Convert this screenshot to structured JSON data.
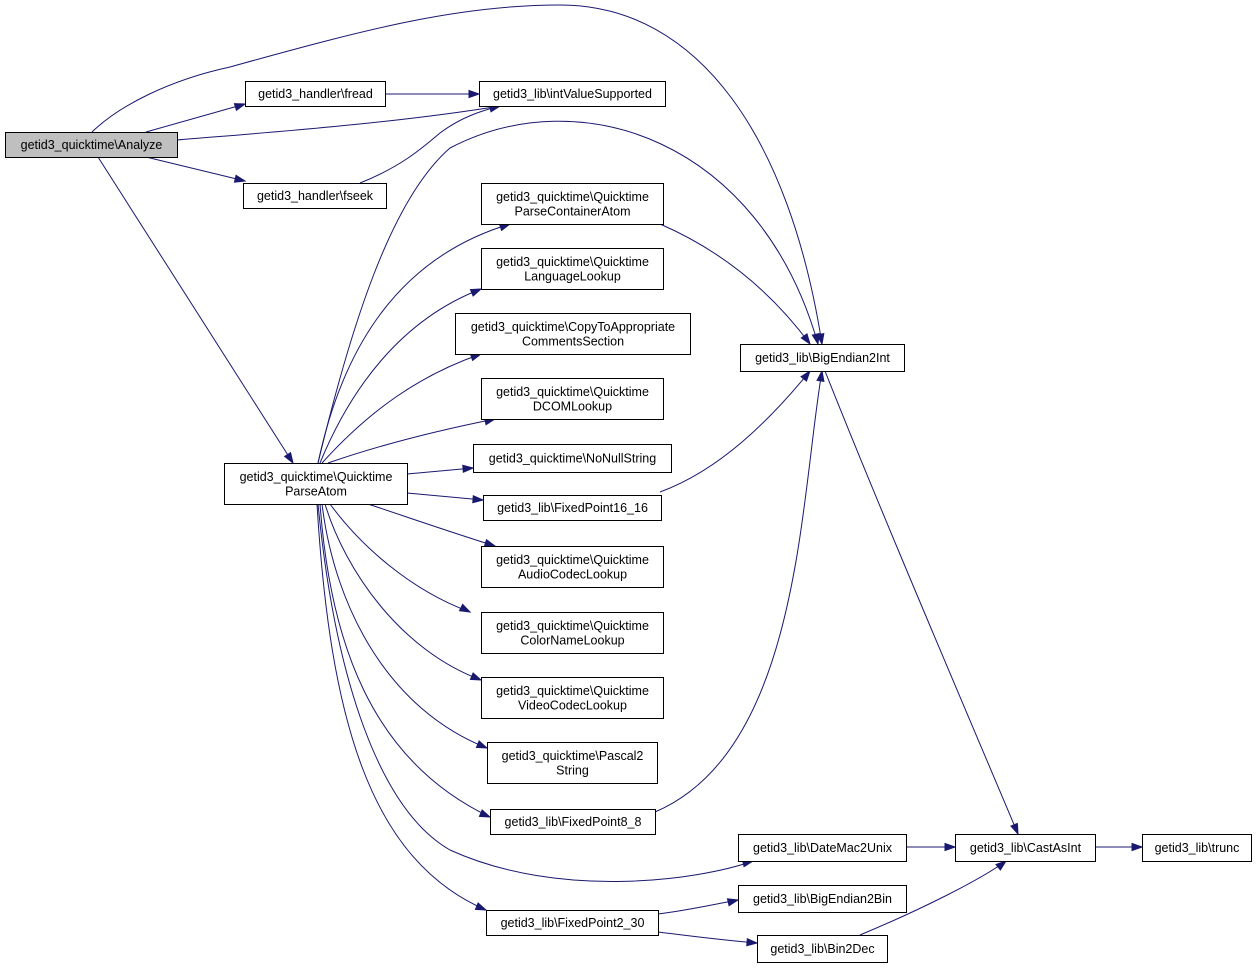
{
  "colors": {
    "edge": "#191970",
    "root_fill": "#bfbfbf",
    "node_fill": "#ffffff",
    "border": "#000000"
  },
  "nodes": {
    "analyze": [
      "getid3_quicktime\\Analyze"
    ],
    "fread": [
      "getid3_handler\\fread"
    ],
    "intvalue": [
      "getid3_lib\\intValueSupported"
    ],
    "fseek": [
      "getid3_handler\\fseek"
    ],
    "parseatom": [
      "getid3_quicktime\\Quicktime",
      "ParseAtom"
    ],
    "parsecontainer": [
      "getid3_quicktime\\Quicktime",
      "ParseContainerAtom"
    ],
    "langlookup": [
      "getid3_quicktime\\Quicktime",
      "LanguageLookup"
    ],
    "copycomments": [
      "getid3_quicktime\\CopyToAppropriate",
      "CommentsSection"
    ],
    "dcomlookup": [
      "getid3_quicktime\\Quicktime",
      "DCOMLookup"
    ],
    "nonull": [
      "getid3_quicktime\\NoNullString"
    ],
    "fp1616": [
      "getid3_lib\\FixedPoint16_16"
    ],
    "audiocodec": [
      "getid3_quicktime\\Quicktime",
      "AudioCodecLookup"
    ],
    "colorname": [
      "getid3_quicktime\\Quicktime",
      "ColorNameLookup"
    ],
    "videocodec": [
      "getid3_quicktime\\Quicktime",
      "VideoCodecLookup"
    ],
    "pascal2": [
      "getid3_quicktime\\Pascal2",
      "String"
    ],
    "fp88": [
      "getid3_lib\\FixedPoint8_8"
    ],
    "fp230": [
      "getid3_lib\\FixedPoint2_30"
    ],
    "bigendian2int": [
      "getid3_lib\\BigEndian2Int"
    ],
    "datemac": [
      "getid3_lib\\DateMac2Unix"
    ],
    "castasint": [
      "getid3_lib\\CastAsInt"
    ],
    "trunc": [
      "getid3_lib\\trunc"
    ],
    "bigendian2bin": [
      "getid3_lib\\BigEndian2Bin"
    ],
    "bin2dec": [
      "getid3_lib\\Bin2Dec"
    ]
  }
}
